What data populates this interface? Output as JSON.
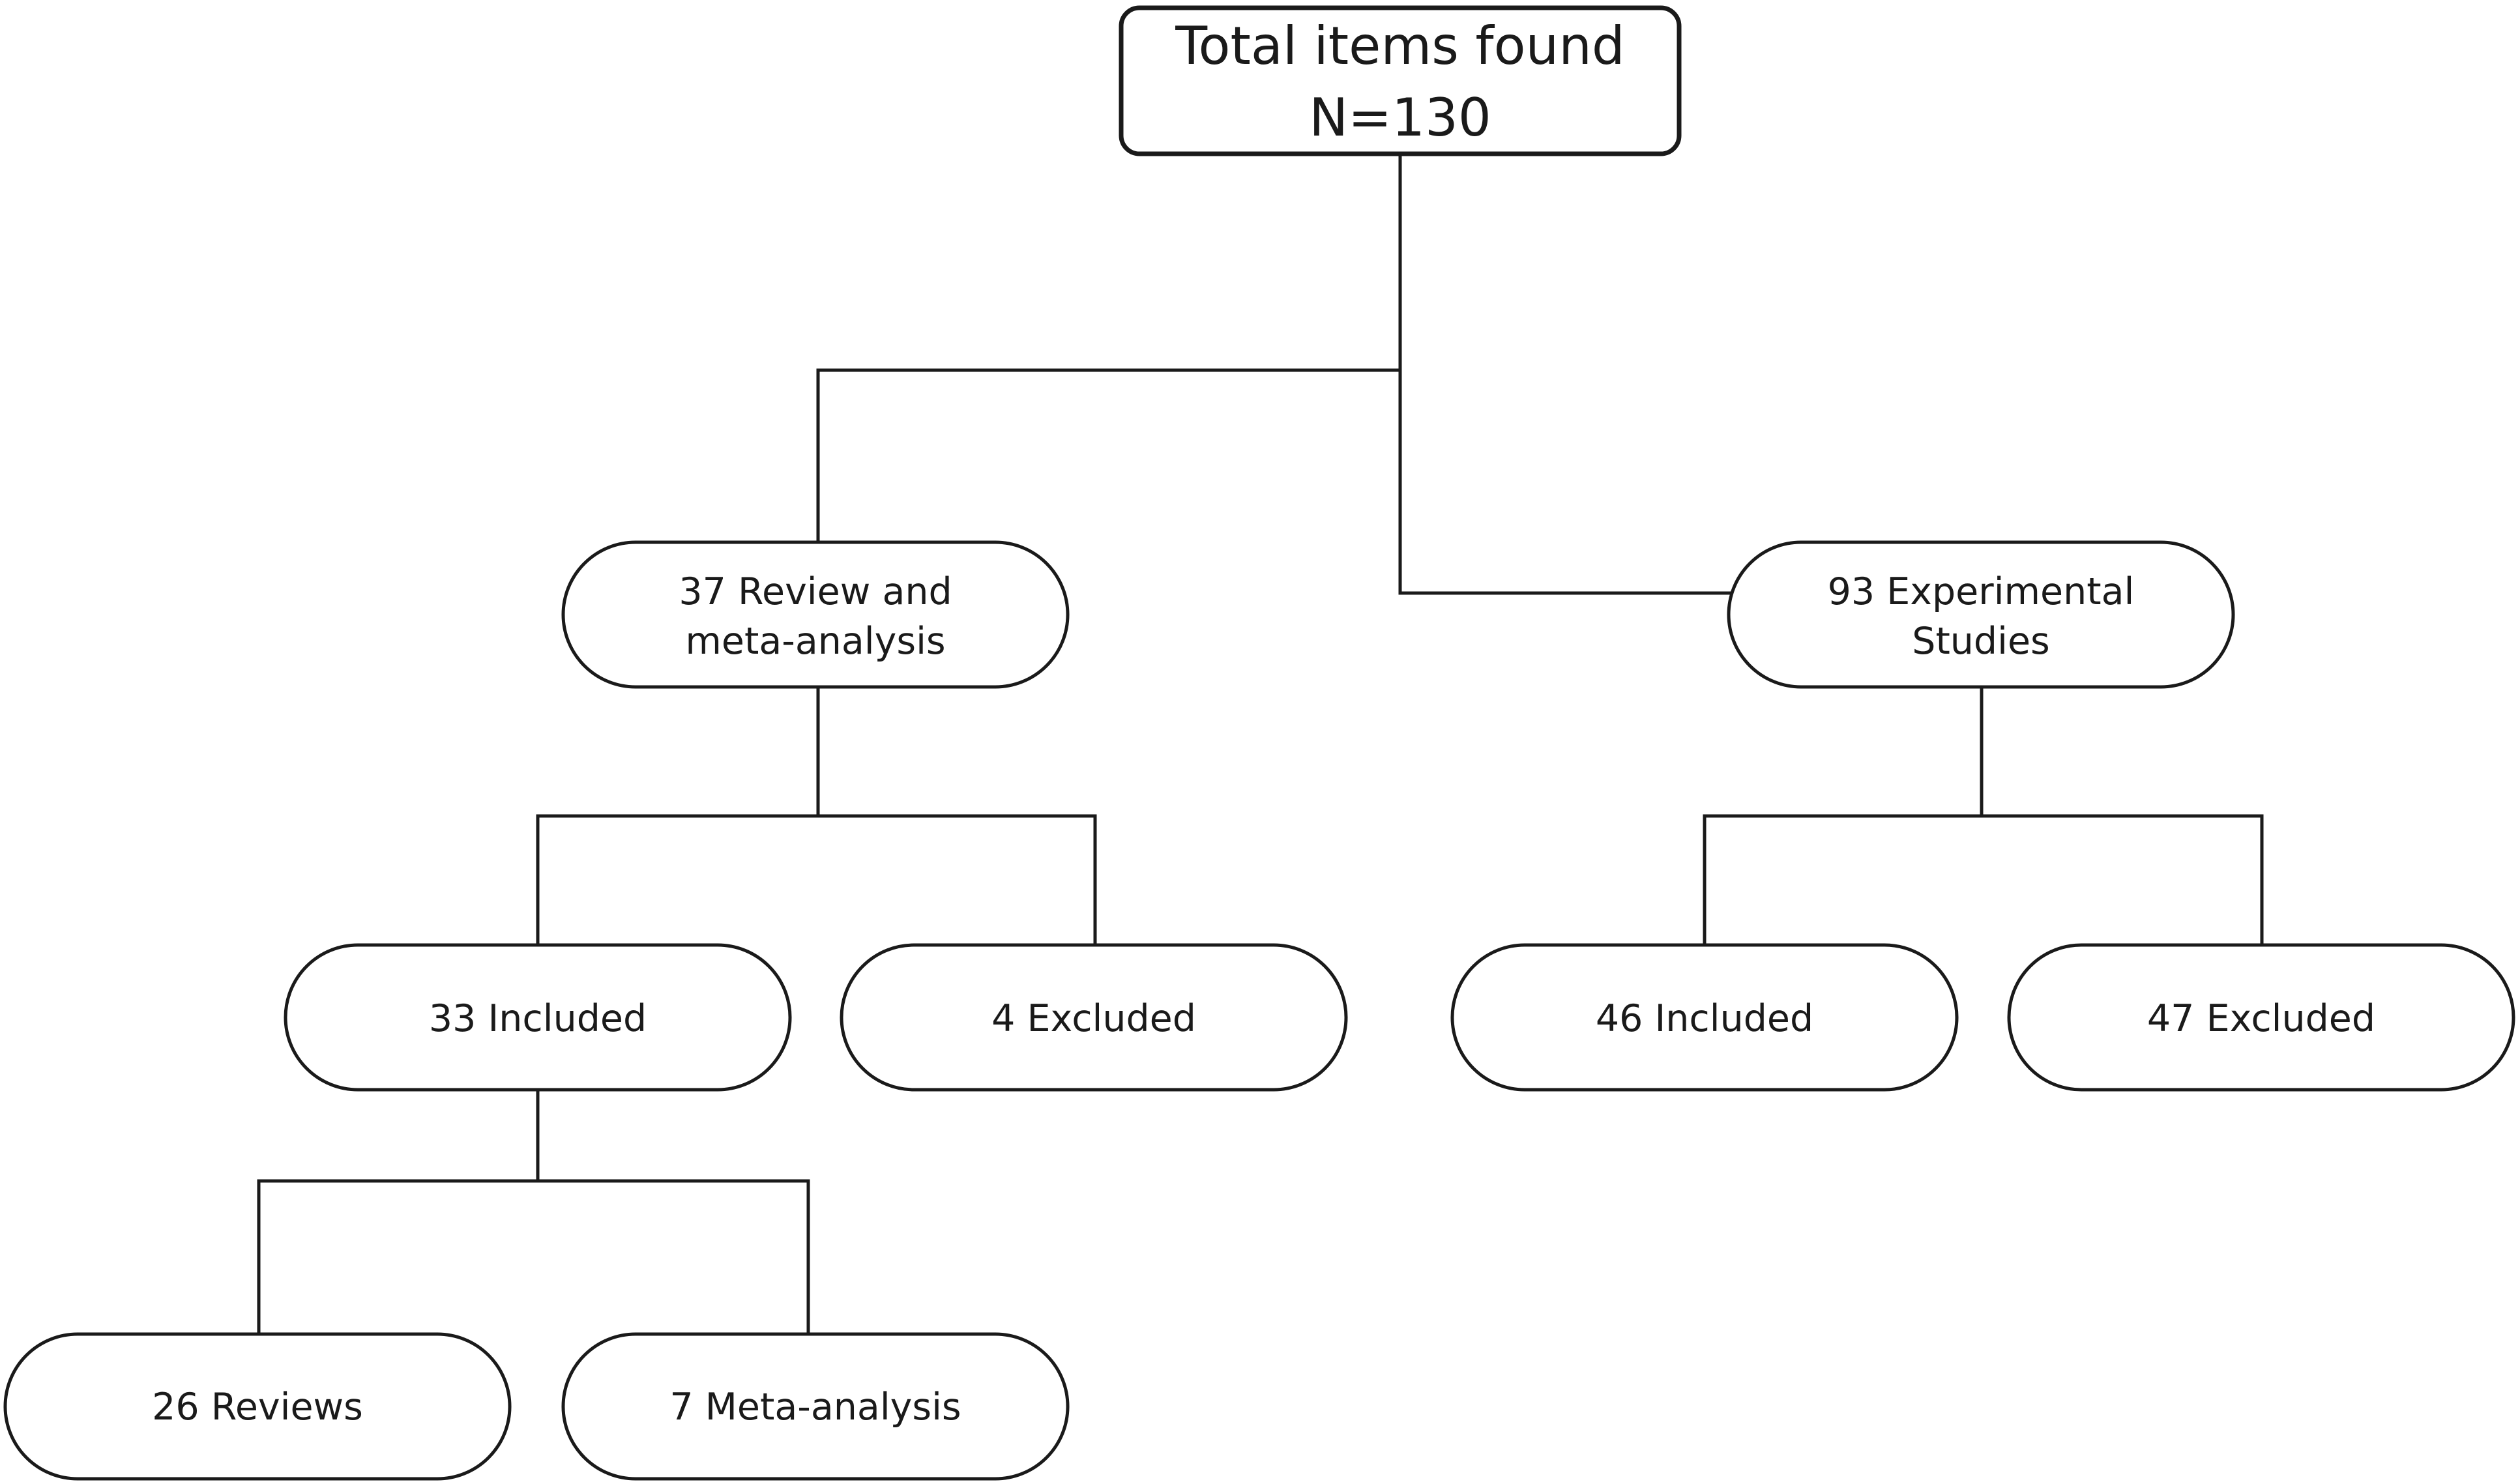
{
  "diagram": {
    "root": {
      "line1": "Total items found",
      "line2": "N=130"
    },
    "review_branch": {
      "line1": "37 Review and",
      "line2": "meta-analysis"
    },
    "experimental_branch": {
      "line1": "93 Experimental",
      "line2": "Studies"
    },
    "review_included": "33 Included",
    "review_excluded": "4 Excluded",
    "experimental_included": "46 Included",
    "experimental_excluded": "47 Excluded",
    "reviews": "26 Reviews",
    "meta_analysis": "7 Meta-analysis"
  }
}
